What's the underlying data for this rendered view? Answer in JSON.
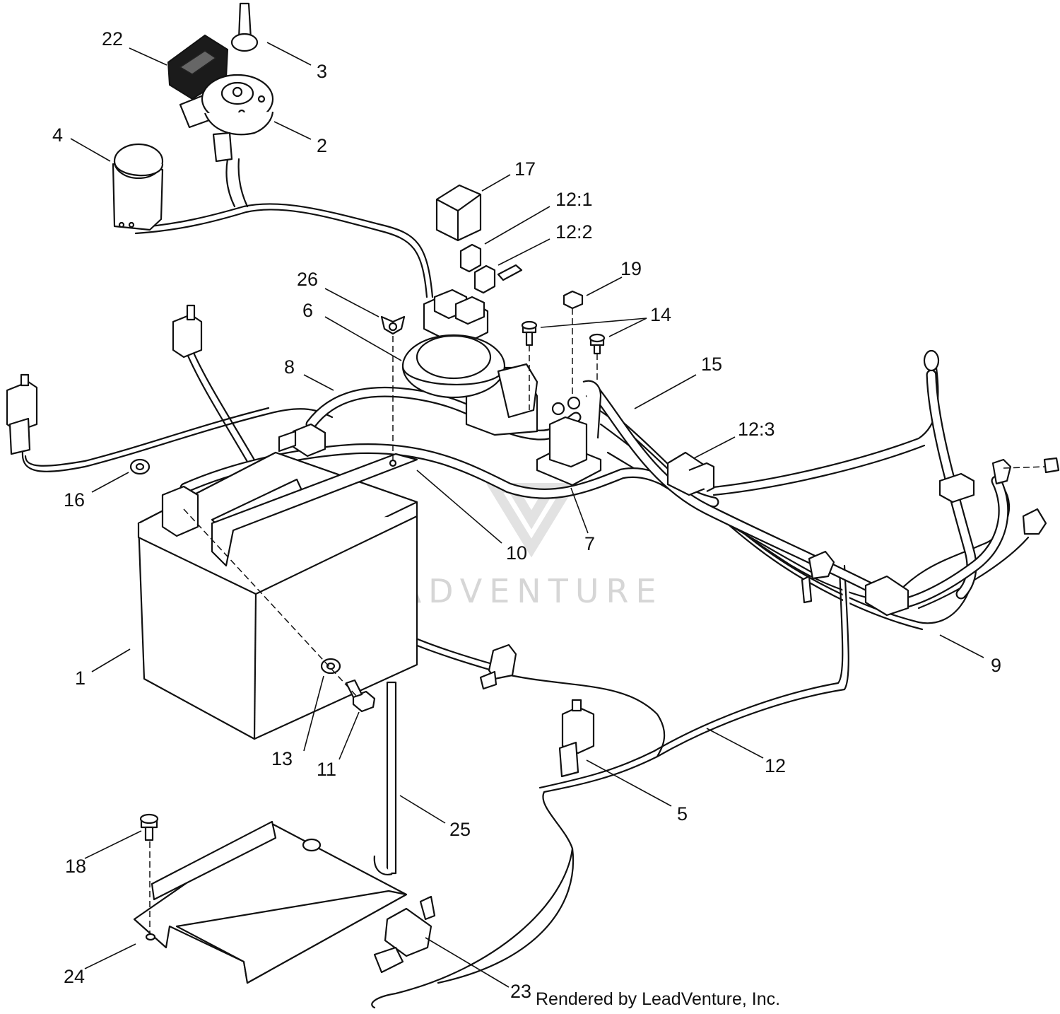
{
  "callouts": {
    "c1": "1",
    "c2": "2",
    "c3": "3",
    "c4": "4",
    "c5": "5",
    "c6": "6",
    "c7": "7",
    "c8": "8",
    "c9": "9",
    "c10": "10",
    "c11": "11",
    "c12": "12",
    "c12_1": "12:1",
    "c12_2": "12:2",
    "c12_3": "12:3",
    "c13": "13",
    "c14": "14",
    "c15": "15",
    "c16": "16",
    "c17": "17",
    "c18": "18",
    "c19": "19",
    "c22": "22",
    "c23": "23",
    "c24": "24",
    "c25": "25",
    "c26": "26"
  },
  "credit": "Rendered by LeadVenture, Inc.",
  "watermark": "LEADVENTURE"
}
